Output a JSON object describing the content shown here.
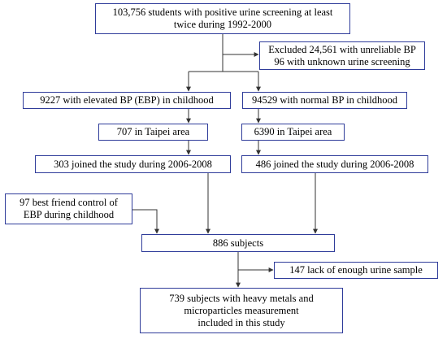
{
  "nodes": {
    "screening": {
      "lines": [
        "103,756 students with positive urine screening at least",
        "twice during 1992-2000"
      ]
    },
    "excluded": {
      "lines": [
        "Excluded 24,561 with unreliable BP",
        "96 with unknown urine screening"
      ]
    },
    "ebp": {
      "lines": [
        "9227 with elevated BP (EBP)  in childhood"
      ]
    },
    "normal_bp": {
      "lines": [
        "94529 with normal BP in childhood"
      ]
    },
    "taipei_ebp": {
      "lines": [
        "707 in Taipei area"
      ]
    },
    "taipei_normal": {
      "lines": [
        "6390 in Taipei area"
      ]
    },
    "joined_ebp": {
      "lines": [
        "303 joined the study during 2006-2008"
      ]
    },
    "joined_normal": {
      "lines": [
        "486 joined the study during 2006-2008"
      ]
    },
    "best_friend": {
      "lines": [
        "97 best friend control of",
        "EBP during childhood"
      ]
    },
    "subjects": {
      "lines": [
        "886 subjects"
      ]
    },
    "lack_urine": {
      "lines": [
        "147 lack of enough urine sample"
      ]
    },
    "final": {
      "lines": [
        "739 subjects with heavy metals and",
        "microparticles measurement",
        "included in this study"
      ]
    }
  },
  "colors": {
    "box_border": "#2f3c9a",
    "connector": "#333333"
  }
}
